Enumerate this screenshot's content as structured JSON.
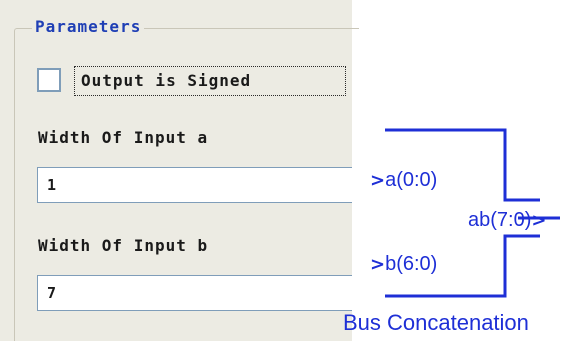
{
  "parameters": {
    "group_title": "Parameters",
    "signed_checkbox": {
      "label": "Output is Signed",
      "checked": false
    },
    "width_a": {
      "label": "Width Of Input a",
      "value": "1"
    },
    "width_b": {
      "label": "Width Of Input b",
      "value": "7"
    }
  },
  "block": {
    "name": "Bus Concatenation",
    "inputs": [
      {
        "arrow": ">",
        "label": "a(0:0)"
      },
      {
        "arrow": ">",
        "label": "b(6:0)"
      }
    ],
    "output": {
      "label": "ab(7:0)",
      "arrow": ">"
    },
    "color": "#1e2fd6"
  },
  "colors": {
    "panel_bg": "#ecebe3",
    "title_blue": "#1f3fb5",
    "input_border": "#7f9db9"
  }
}
